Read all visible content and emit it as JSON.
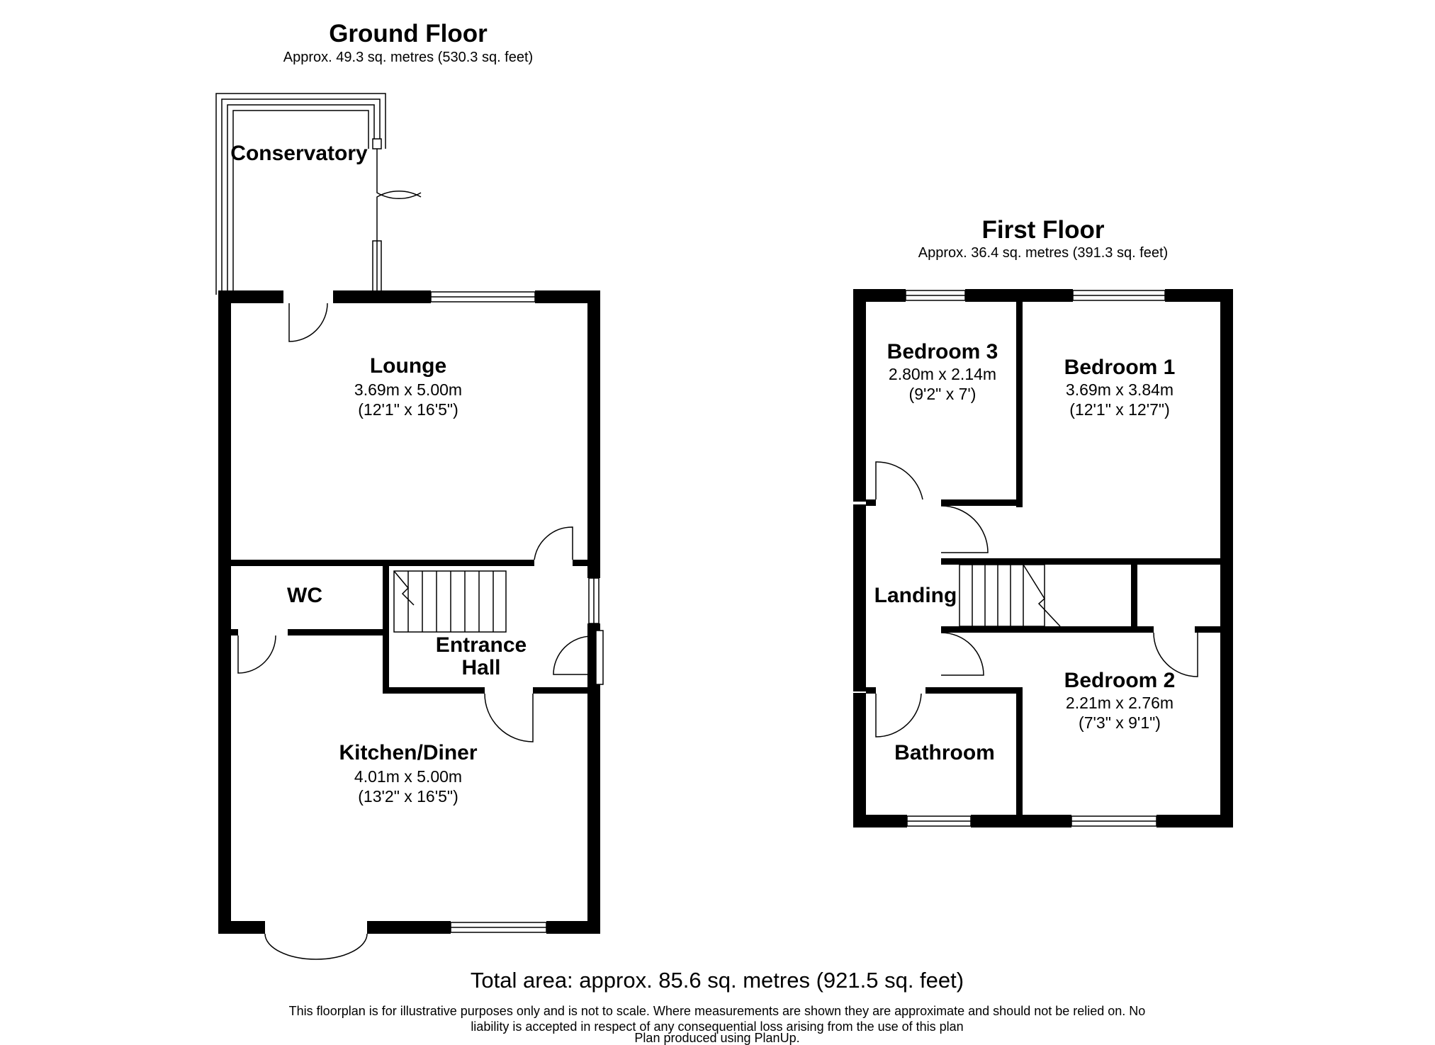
{
  "ground_floor": {
    "title": "Ground Floor",
    "area": "Approx. 49.3 sq. metres (530.3 sq. feet)",
    "rooms": {
      "conservatory": {
        "name": "Conservatory"
      },
      "lounge": {
        "name": "Lounge",
        "metric": "3.69m x 5.00m",
        "imperial": "(12'1\" x 16'5\")"
      },
      "wc": {
        "name": "WC"
      },
      "entrance_hall": {
        "name_line1": "Entrance",
        "name_line2": "Hall"
      },
      "kitchen_diner": {
        "name": "Kitchen/Diner",
        "metric": "4.01m x 5.00m",
        "imperial": "(13'2\" x 16'5\")"
      }
    }
  },
  "first_floor": {
    "title": "First Floor",
    "area": "Approx. 36.4 sq. metres (391.3 sq. feet)",
    "rooms": {
      "bedroom3": {
        "name": "Bedroom 3",
        "metric": "2.80m x 2.14m",
        "imperial": "(9'2\" x 7')"
      },
      "bedroom1": {
        "name": "Bedroom 1",
        "metric": "3.69m x 3.84m",
        "imperial": "(12'1\" x 12'7\")"
      },
      "landing": {
        "name": "Landing"
      },
      "bedroom2": {
        "name": "Bedroom 2",
        "metric": "2.21m x 2.76m",
        "imperial": "(7'3\" x 9'1\")"
      },
      "bathroom": {
        "name": "Bathroom"
      }
    }
  },
  "footer": {
    "total_area": "Total area: approx. 85.6 sq. metres (921.5 sq. feet)",
    "disclaimer_line1": "This floorplan is for illustrative purposes only and is not to scale. Where measurements are shown they are approximate and should not be relied on. No",
    "disclaimer_line2": "liability is accepted in respect of any consequential loss arising from the use of this plan",
    "credit": "Plan produced using PlanUp."
  }
}
